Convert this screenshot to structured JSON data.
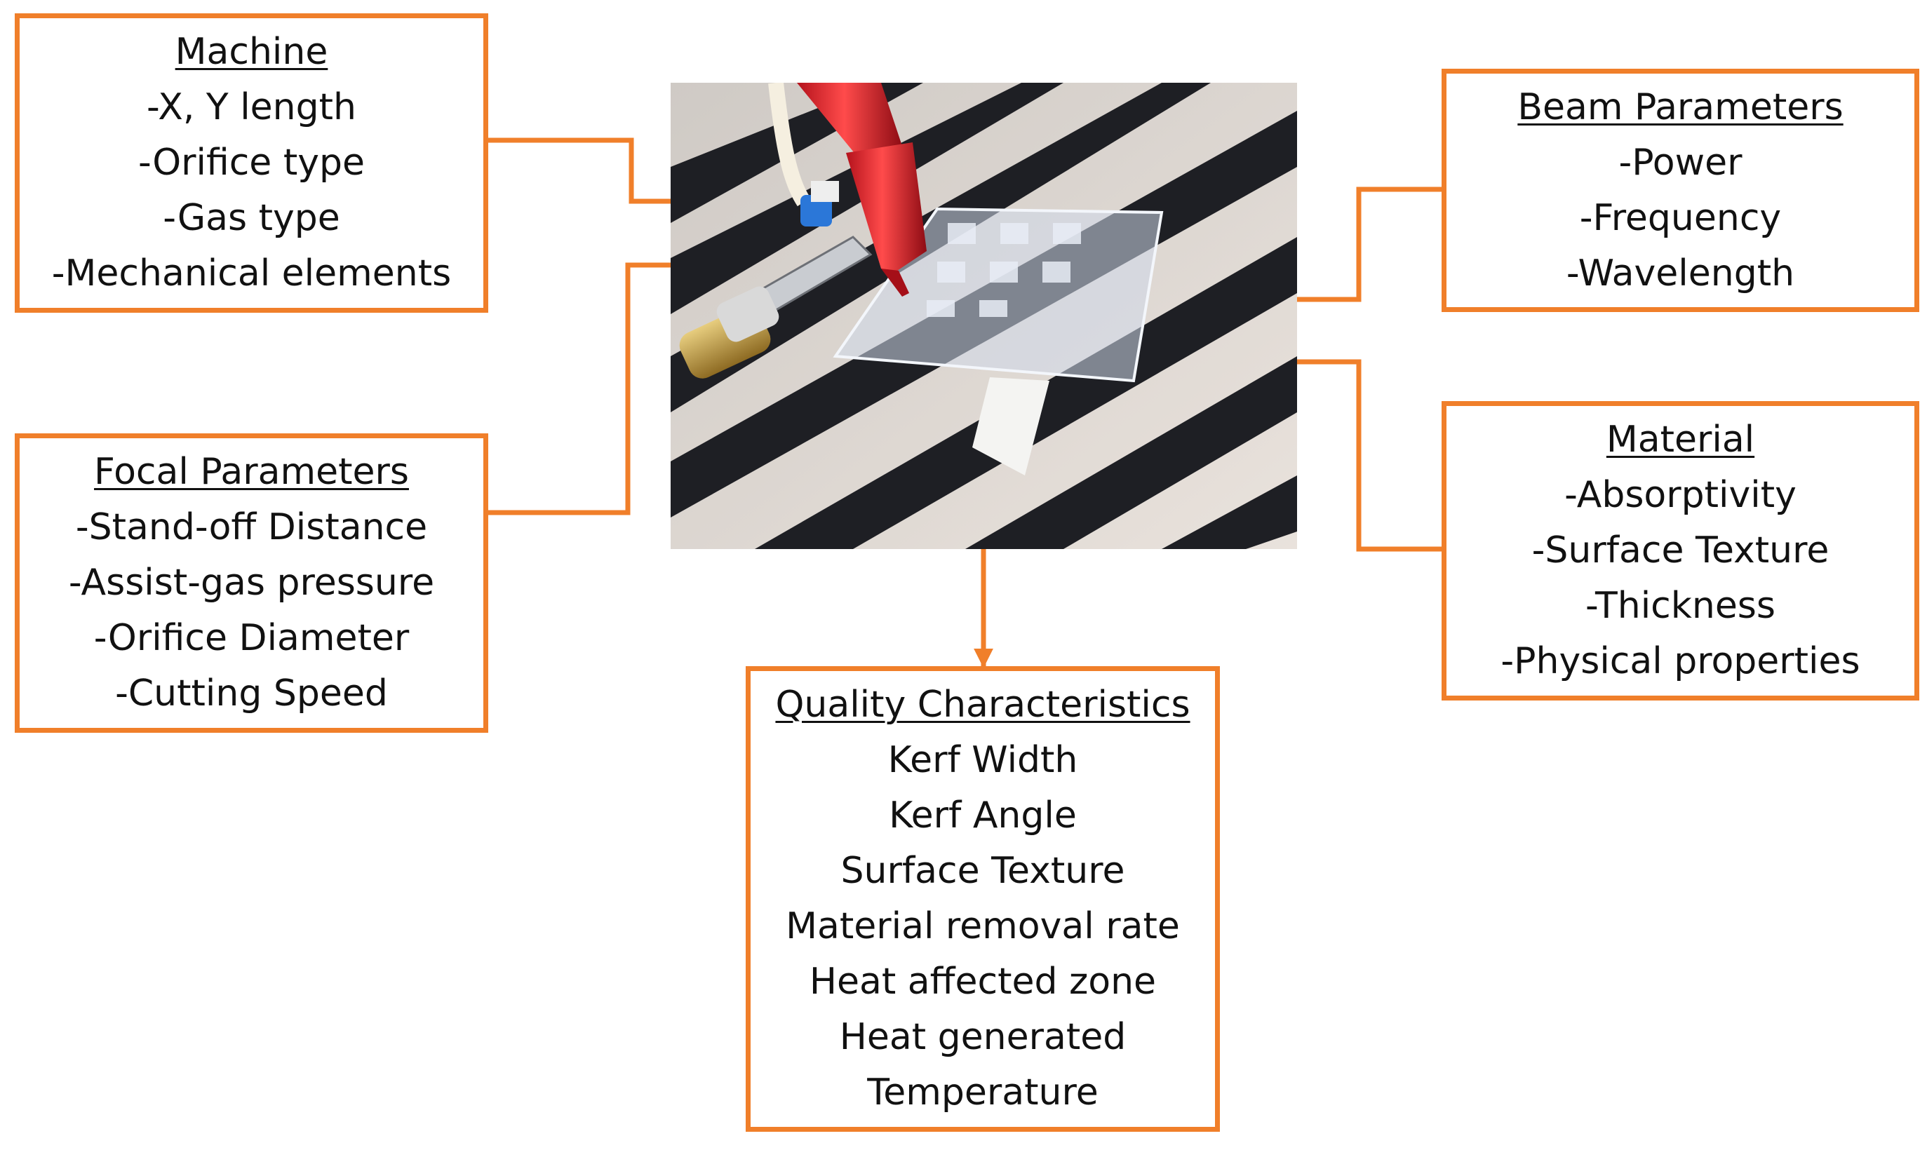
{
  "accent_color": "#f07f2a",
  "boxes": {
    "machine": {
      "title": "Machine",
      "items": [
        "-X, Y length",
        "-Orifice type",
        "-Gas type",
        "-Mechanical elements"
      ]
    },
    "focal": {
      "title": "Focal Parameters",
      "items": [
        "-Stand-off Distance",
        "-Assist-gas pressure",
        "-Orifice Diameter",
        "-Cutting Speed"
      ]
    },
    "beam": {
      "title": "Beam Parameters",
      "items": [
        "-Power",
        "-Frequency",
        "-Wavelength"
      ]
    },
    "material": {
      "title": "Material",
      "items": [
        "-Absorptivity",
        "-Surface Texture",
        "-Thickness",
        "-Physical properties"
      ]
    },
    "quality": {
      "title": "Quality Characteristics",
      "items": [
        "Kerf Width",
        "Kerf Angle",
        "Surface Texture",
        "Material removal rate",
        "Heat affected zone",
        "Heat generated",
        "Temperature"
      ]
    }
  }
}
